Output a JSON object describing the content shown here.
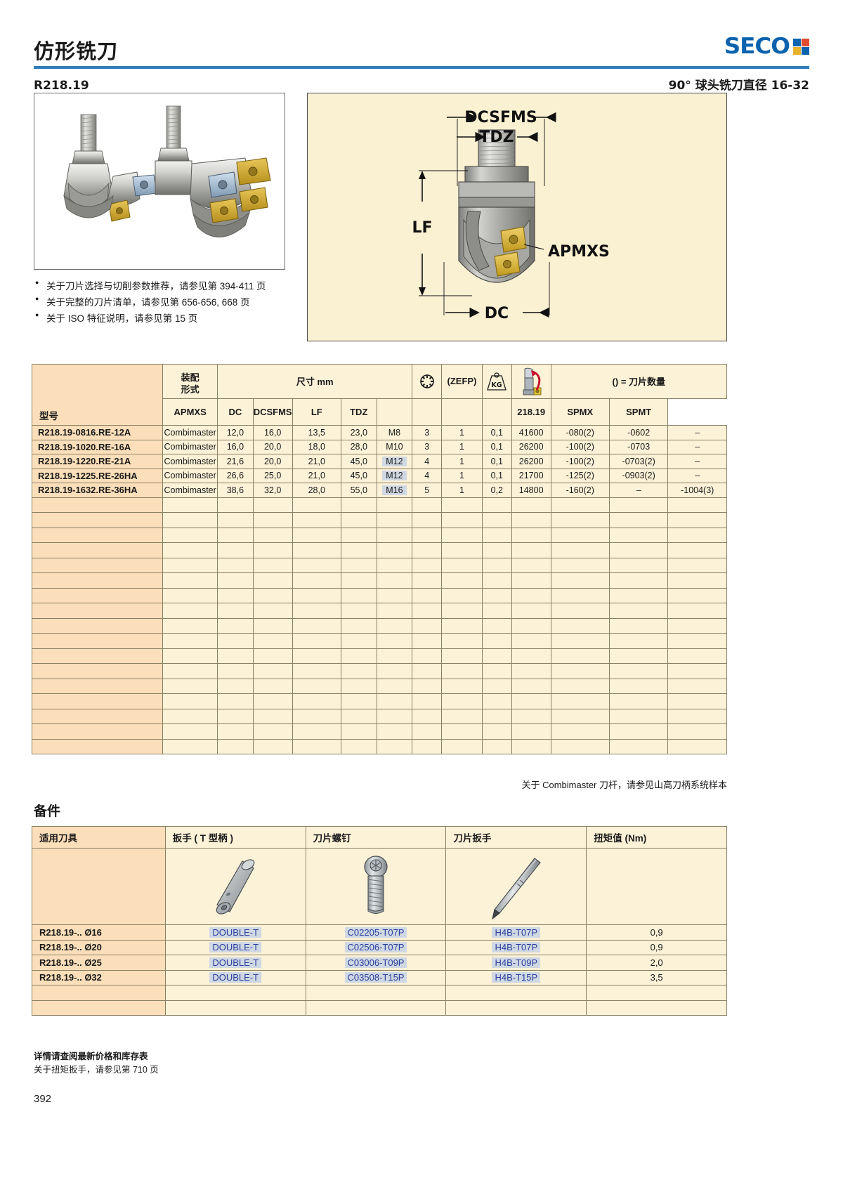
{
  "header": {
    "title": "仿形铣刀",
    "logo_text": "SECO",
    "model": "R218.19",
    "spec": "90° 球头铣刀直径 16-32",
    "accent": "#2E7CB8",
    "logo_blue": "#0B63AE"
  },
  "bullets": [
    "关于刀片选择与切削参数推荐，请参见第 394-411 页",
    "关于完整的刀片清单，请参见第 656-656, 668 页",
    "关于 ISO 特征说明，请参见第 15 页"
  ],
  "diagram": {
    "labels": [
      "DCSFMS",
      "TDZ",
      "LF",
      "APMXS",
      "DC"
    ],
    "bg": "#FAF0D2"
  },
  "main_table": {
    "group_dim": "尺寸 mm",
    "group_inserts": "() = 刀片数量",
    "col_model": "型号",
    "col_mount_l1": "装配",
    "col_mount_l2": "形式",
    "columns": [
      "APMXS",
      "DC",
      "DCSFMS",
      "LF",
      "TDZ"
    ],
    "col_zefp": "(ZEFP)",
    "col_kg": "KG",
    "col_218": "218.19",
    "col_spmx": "SPMX",
    "col_spmt": "SPMT",
    "rows": [
      {
        "model": "R218.19-0816.RE-12A",
        "mount": "Combimaster",
        "apmxs": "12,0",
        "dc": "16,0",
        "dcsfms": "13,5",
        "lf": "23,0",
        "tdz": "M8",
        "tdz_hl": false,
        "teeth": "3",
        "zefp": "1",
        "kg": "0,1",
        "rpm": "41600",
        "i218": "-080(2)",
        "spmx": "-0602",
        "spmt": "–"
      },
      {
        "model": "R218.19-1020.RE-16A",
        "mount": "Combimaster",
        "apmxs": "16,0",
        "dc": "20,0",
        "dcsfms": "18,0",
        "lf": "28,0",
        "tdz": "M10",
        "tdz_hl": false,
        "teeth": "3",
        "zefp": "1",
        "kg": "0,1",
        "rpm": "26200",
        "i218": "-100(2)",
        "spmx": "-0703",
        "spmt": "–"
      },
      {
        "model": "R218.19-1220.RE-21A",
        "mount": "Combimaster",
        "apmxs": "21,6",
        "dc": "20,0",
        "dcsfms": "21,0",
        "lf": "45,0",
        "tdz": "M12",
        "tdz_hl": true,
        "teeth": "4",
        "zefp": "1",
        "kg": "0,1",
        "rpm": "26200",
        "i218": "-100(2)",
        "spmx": "-0703(2)",
        "spmt": "–"
      },
      {
        "model": "R218.19-1225.RE-26HA",
        "mount": "Combimaster",
        "apmxs": "26,6",
        "dc": "25,0",
        "dcsfms": "21,0",
        "lf": "45,0",
        "tdz": "M12",
        "tdz_hl": true,
        "teeth": "4",
        "zefp": "1",
        "kg": "0,1",
        "rpm": "21700",
        "i218": "-125(2)",
        "spmx": "-0903(2)",
        "spmt": "–"
      },
      {
        "model": "R218.19-1632.RE-36HA",
        "mount": "Combimaster",
        "apmxs": "38,6",
        "dc": "32,0",
        "dcsfms": "28,0",
        "lf": "55,0",
        "tdz": "M16",
        "tdz_hl": true,
        "teeth": "5",
        "zefp": "1",
        "kg": "0,2",
        "rpm": "14800",
        "i218": "-160(2)",
        "spmx": "–",
        "spmt": "-1004(3)"
      }
    ],
    "empty_rows": 17,
    "note": "关于 Combimaster 刀杆，请参见山高刀柄系统样本"
  },
  "accessories": {
    "title": "备件",
    "headers": [
      "适用刀具",
      "扳手 ( T 型柄 )",
      "刀片螺钉",
      "刀片扳手",
      "扭矩值 (Nm)"
    ],
    "rows": [
      {
        "tool": "R218.19-.. Ø16",
        "wrench": "DOUBLE-T",
        "screw": "C02205-T07P",
        "key": "H4B-T07P",
        "torque": "0,9"
      },
      {
        "tool": "R218.19-.. Ø20",
        "wrench": "DOUBLE-T",
        "screw": "C02506-T07P",
        "key": "H4B-T07P",
        "torque": "0,9"
      },
      {
        "tool": "R218.19-.. Ø25",
        "wrench": "DOUBLE-T",
        "screw": "C03006-T09P",
        "key": "H4B-T09P",
        "torque": "2,0"
      },
      {
        "tool": "R218.19-.. Ø32",
        "wrench": "DOUBLE-T",
        "screw": "C03508-T15P",
        "key": "H4B-T15P",
        "torque": "3,5"
      }
    ],
    "empty_rows": 2
  },
  "footer": {
    "line1": "详情请查阅最新价格和库存表",
    "line2": "关于扭矩扳手，请参见第 710 页",
    "page_number": "392"
  }
}
